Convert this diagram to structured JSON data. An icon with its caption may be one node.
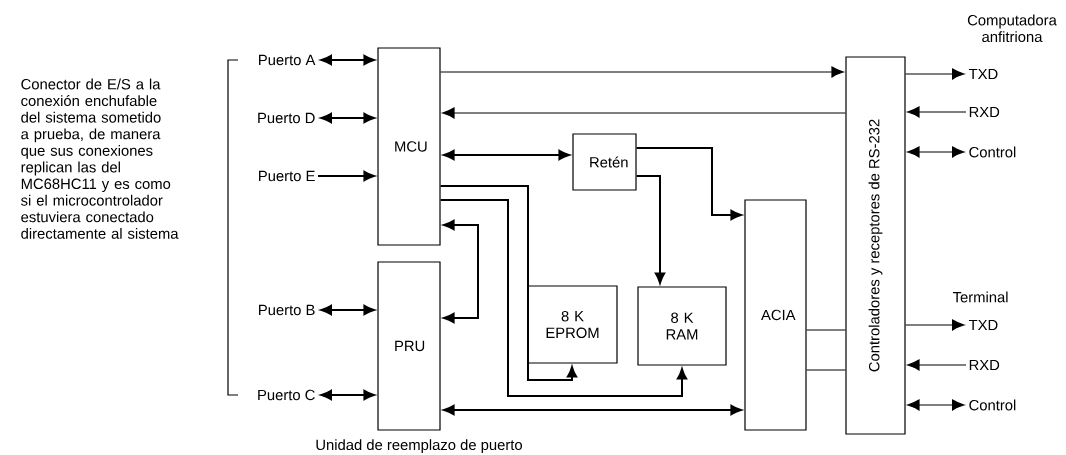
{
  "diagram": {
    "nodes": [
      {
        "text": [
          "Puerto A"
        ]
      },
      {
        "text": [
          "Puerto D"
        ]
      },
      {
        "text": [
          "Puerto E"
        ]
      },
      {
        "text": [
          "Puerto B"
        ]
      },
      {
        "text": [
          "Puerto C"
        ]
      },
      {
        "text": [
          "MCU"
        ]
      },
      {
        "text": [
          "PRU"
        ],
        "beside": [
          "Unidad de reemplazo de puerto"
        ]
      },
      {
        "text": [
          "Retén"
        ]
      },
      {
        "text": [
          "8 K EPROM"
        ]
      },
      {
        "text": [
          "8 K RAM"
        ]
      },
      {
        "text": [
          "ACIA"
        ]
      },
      {
        "text": [
          "Controladores y receptores de RS-232"
        ]
      },
      {
        "text": [
          "TXD"
        ]
      },
      {
        "text": [
          "RXD"
        ]
      },
      {
        "text": [
          "Control"
        ]
      },
      {
        "text": [
          "TXD"
        ]
      },
      {
        "text": [
          "RXD"
        ]
      },
      {
        "text": [
          "Control"
        ]
      }
    ],
    "edges": [
      {
        "from": 0,
        "to": 5,
        "arrow": "both"
      },
      {
        "from": 1,
        "to": 5,
        "arrow": "both"
      },
      {
        "from": 2,
        "to": 5,
        "arrow": "to"
      },
      {
        "from": 3,
        "to": 6,
        "arrow": "both"
      },
      {
        "from": 4,
        "to": 6,
        "arrow": "both"
      },
      {
        "from": 5,
        "to": 11,
        "arrow": "to"
      },
      {
        "from": 11,
        "to": 5,
        "arrow": "to"
      },
      {
        "from": 5,
        "to": 7,
        "arrow": "both"
      },
      {
        "from": 7,
        "to": 9,
        "arrow": "to"
      },
      {
        "from": 7,
        "to": 10,
        "arrow": "to"
      },
      {
        "from": 5,
        "to": 6,
        "arrow": "both"
      },
      {
        "from": 6,
        "to": 10,
        "arrow": "both"
      },
      {
        "from": 5,
        "to": 8,
        "arrow": "to"
      },
      {
        "from": 5,
        "to": 9,
        "arrow": "to"
      },
      {
        "from": 11,
        "to": 12,
        "arrow": "to"
      },
      {
        "from": 13,
        "to": 11,
        "arrow": "to"
      },
      {
        "from": 11,
        "to": 14,
        "arrow": "both"
      },
      {
        "from": 10,
        "to": 11,
        "arrow": "none"
      },
      {
        "from": 10,
        "to": 11,
        "arrow": "none"
      },
      {
        "from": 11,
        "to": 15,
        "arrow": "to"
      },
      {
        "from": 16,
        "to": 11,
        "arrow": "to"
      },
      {
        "from": 11,
        "to": 17,
        "arrow": "both"
      }
    ],
    "labels": [
      "Conector de E/S a la conexión enchufable del sistema sometido a prueba, de manera que sus conexiones replican las del MC68HC11 y es como si el microcontrolador estuviera conectado directamente al sistema",
      "Computadora anfitriona",
      "Terminal"
    ]
  }
}
